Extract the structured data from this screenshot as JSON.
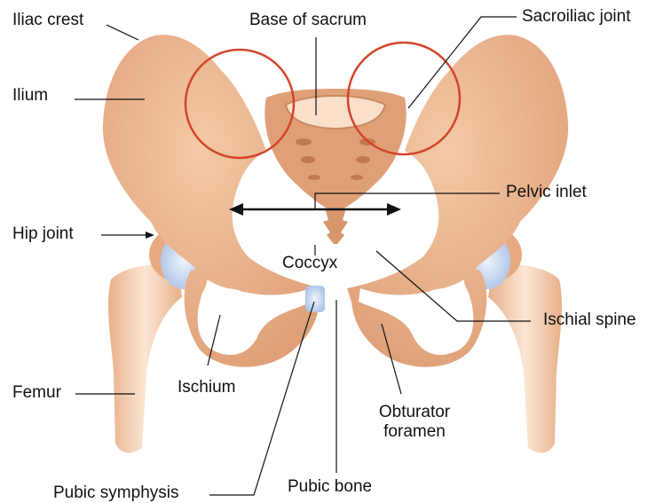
{
  "labels": {
    "iliac_crest": "Iliac crest",
    "base_of_sacrum": "Base of sacrum",
    "sacroiliac_joint": "Sacroiliac joint",
    "ilium": "Ilium",
    "pelvic_inlet": "Pelvic inlet",
    "hip_joint": "Hip joint",
    "coccyx": "Coccyx",
    "ischial_spine": "Ischial spine",
    "femur": "Femur",
    "ischium": "Ischium",
    "obturator_line1": "Obturator",
    "obturator_line2": "foramen",
    "pubic_bone": "Pubic bone",
    "pubic_symphysis": "Pubic symphysis"
  },
  "colors": {
    "bone": "#ecb58f",
    "bone_dark": "#c98a62",
    "bone_light": "#f7d3b6",
    "cartilage": "#c9d8f2",
    "highlight_circle": "#d2452a",
    "leader_line": "#111111"
  }
}
